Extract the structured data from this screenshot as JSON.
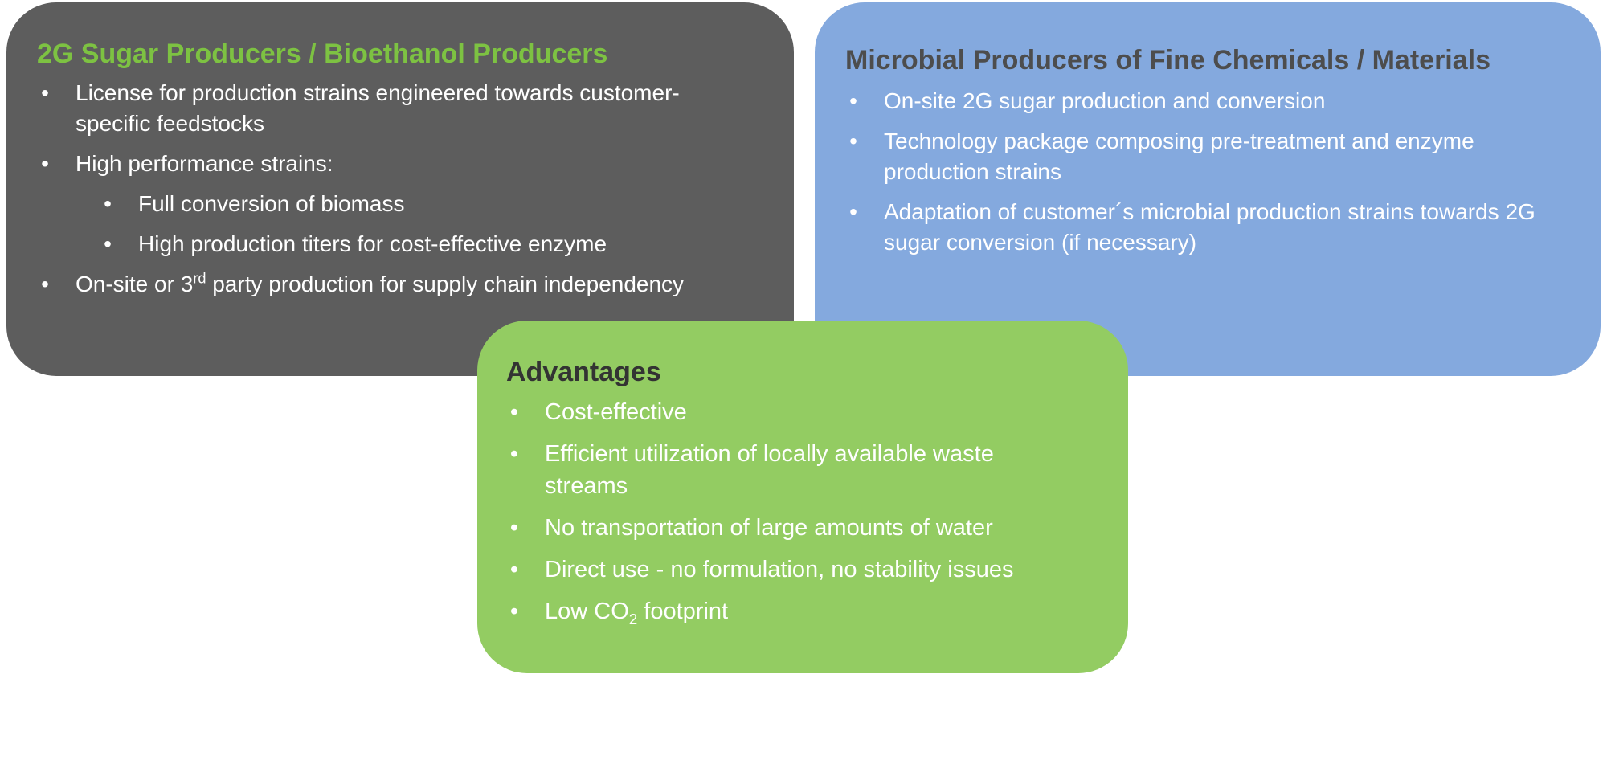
{
  "left_box": {
    "title": "2G Sugar Producers / Bioethanol Producers",
    "items": [
      "License for production strains engineered towards customer-specific feedstocks",
      "High performance strains:",
      "Full conversion of biomass",
      "High production titers for cost-effective enzyme"
    ],
    "last_item": {
      "before": "On-site or 3",
      "sup": "rd",
      "after": " party production for supply chain independency"
    },
    "bullet": "•"
  },
  "right_box": {
    "title": "Microbial Producers of Fine Chemicals / Materials",
    "items": [
      "On-site 2G sugar production and conversion",
      "Technology package composing pre-treatment and enzyme production strains",
      "Adaptation of customer´s microbial production strains towards 2G sugar conversion (if necessary)"
    ],
    "bullet": "•"
  },
  "center_box": {
    "title": "Advantages",
    "items": [
      "Cost-effective",
      "Efficient utilization of locally available waste streams",
      "No transportation of large amounts of water",
      "Direct use - no formulation, no stability issues"
    ],
    "last_item": {
      "before": "Low CO",
      "sub": "2",
      "after": " footprint"
    },
    "bullet": "•"
  },
  "colors": {
    "left_bg": "#5d5d5d",
    "right_bg": "#84a9de",
    "center_bg": "#93cc62",
    "left_title": "#7dc242",
    "right_title": "#4d4d4d",
    "center_title": "#333333",
    "text": "#ffffff"
  }
}
